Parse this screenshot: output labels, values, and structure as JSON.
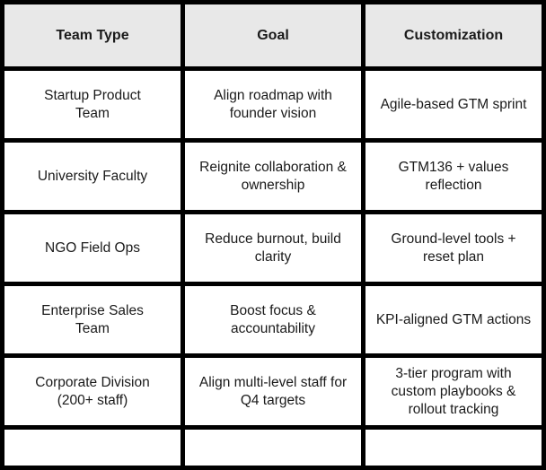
{
  "chart_data": {
    "type": "table",
    "columns": [
      "Team Type",
      "Goal",
      "Customization"
    ],
    "rows": [
      [
        "Startup Product\nTeam",
        "Align roadmap with\nfounder vision",
        "Agile-based GTM sprint"
      ],
      [
        "University Faculty",
        "Reignite collaboration &\nownership",
        "GTM136 + values\nreflection"
      ],
      [
        "NGO Field Ops",
        "Reduce burnout, build\nclarity",
        "Ground-level tools +\nreset plan"
      ],
      [
        "Enterprise Sales\nTeam",
        "Boost focus &\naccountability",
        "KPI-aligned GTM actions"
      ],
      [
        "Corporate Division\n(200+ staff)",
        "Align multi-level staff for\nQ4 targets",
        "3-tier program with\ncustom playbooks &\nrollout tracking"
      ],
      [
        "",
        "",
        ""
      ]
    ],
    "layout": {
      "header_background": "#e8e8e8",
      "cell_background": "#ffffff",
      "border_color": "#000000",
      "text_color": "#1a1a1a",
      "note": "bottom row partially cut off at image edge"
    }
  }
}
